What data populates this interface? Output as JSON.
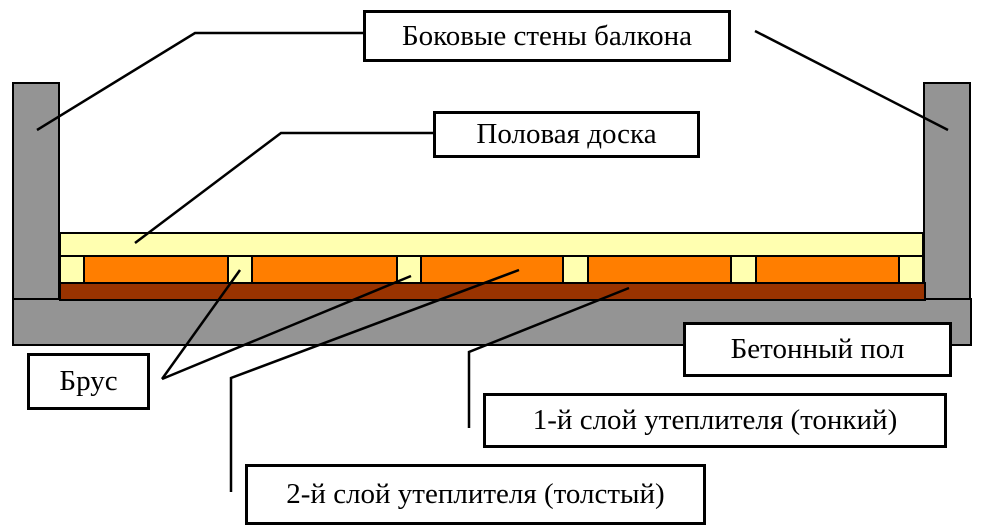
{
  "diagram": {
    "subject": "balcony-floor-insulation-cross-section",
    "labels": {
      "side_walls": "Боковые стены балкона",
      "floor_board": "Половая доска",
      "beam": "Брус",
      "concrete_floor": "Бетонный пол",
      "insulation_layer_1": "1-й слой утеплителя (тонкий)",
      "insulation_layer_2": "2-й слой утеплителя (толстый)"
    },
    "colors": {
      "background": "#FFFFFF",
      "outline": "#000000",
      "wall-concrete": "#949494",
      "floor-board": "#FFFFB0",
      "beam": "#FFFFB0",
      "insulation-thick": "#FF7E00",
      "insulation-thin": "#993300",
      "label-box-bg": "#FFFFFF",
      "label-text": "#000000"
    }
  }
}
